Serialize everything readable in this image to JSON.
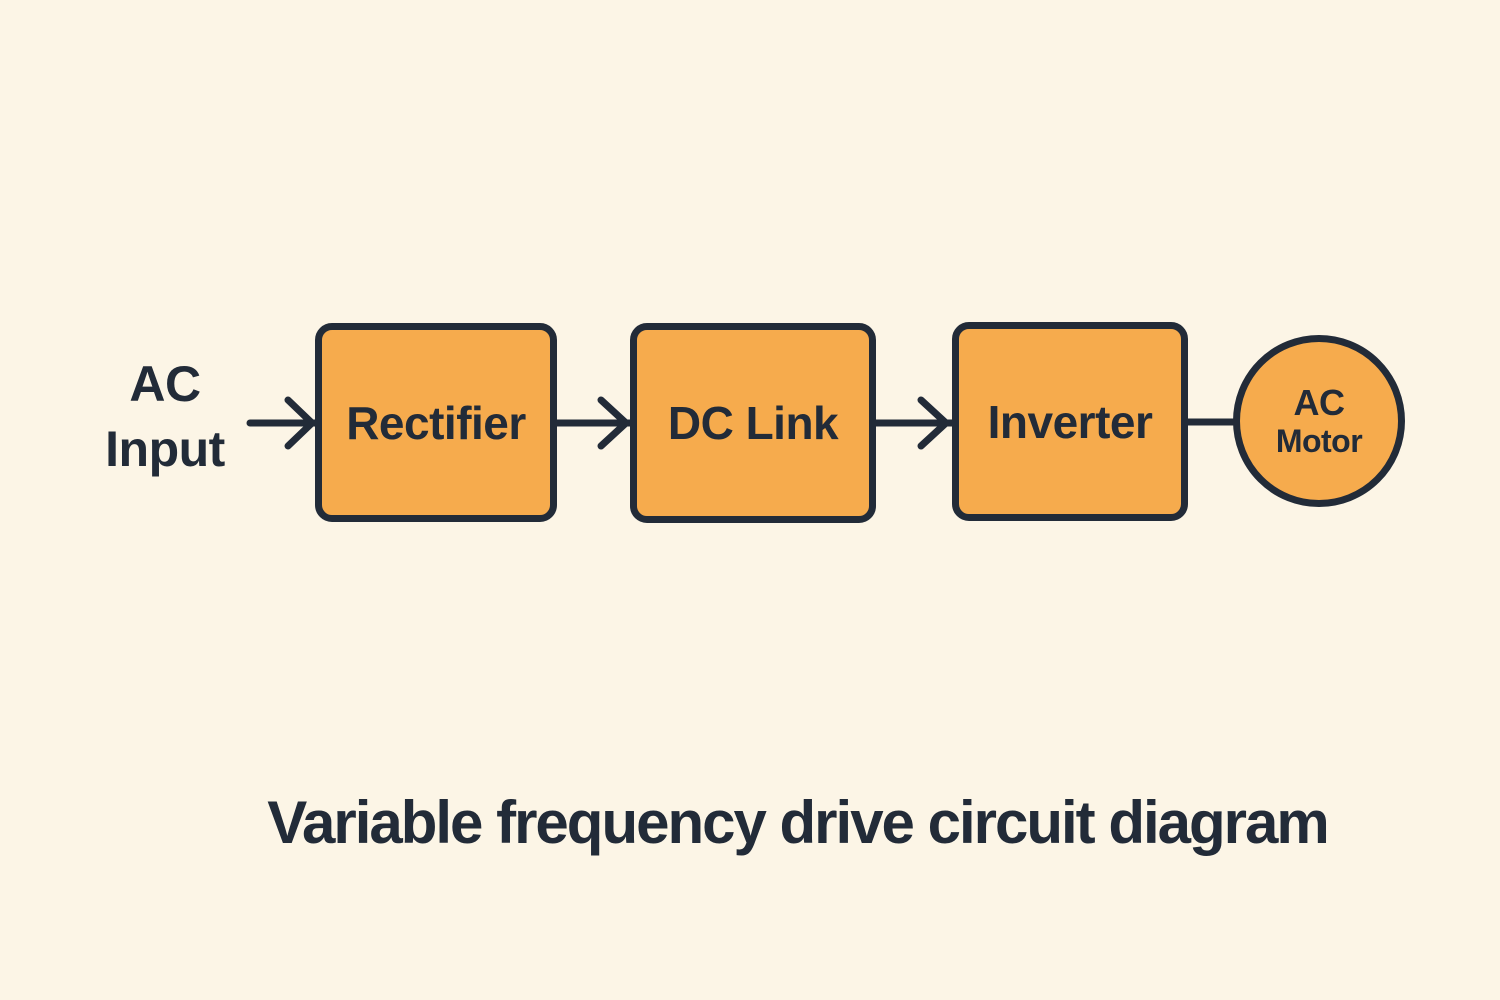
{
  "colors": {
    "background": "#FCF5E6",
    "block_fill": "#F6AB4D",
    "ink": "#222B38"
  },
  "diagram": {
    "input_label": {
      "line1": "AC",
      "line2": "Input"
    },
    "blocks": [
      {
        "id": "rectifier",
        "label": "Rectifier",
        "shape": "rect"
      },
      {
        "id": "dc-link",
        "label": "DC Link",
        "shape": "rect"
      },
      {
        "id": "inverter",
        "label": "Inverter",
        "shape": "rect"
      }
    ],
    "motor_label": {
      "line1": "AC",
      "line2": "Motor"
    },
    "connector_style": "arrow-right-chevron",
    "title": "Variable frequency drive circuit diagram"
  }
}
